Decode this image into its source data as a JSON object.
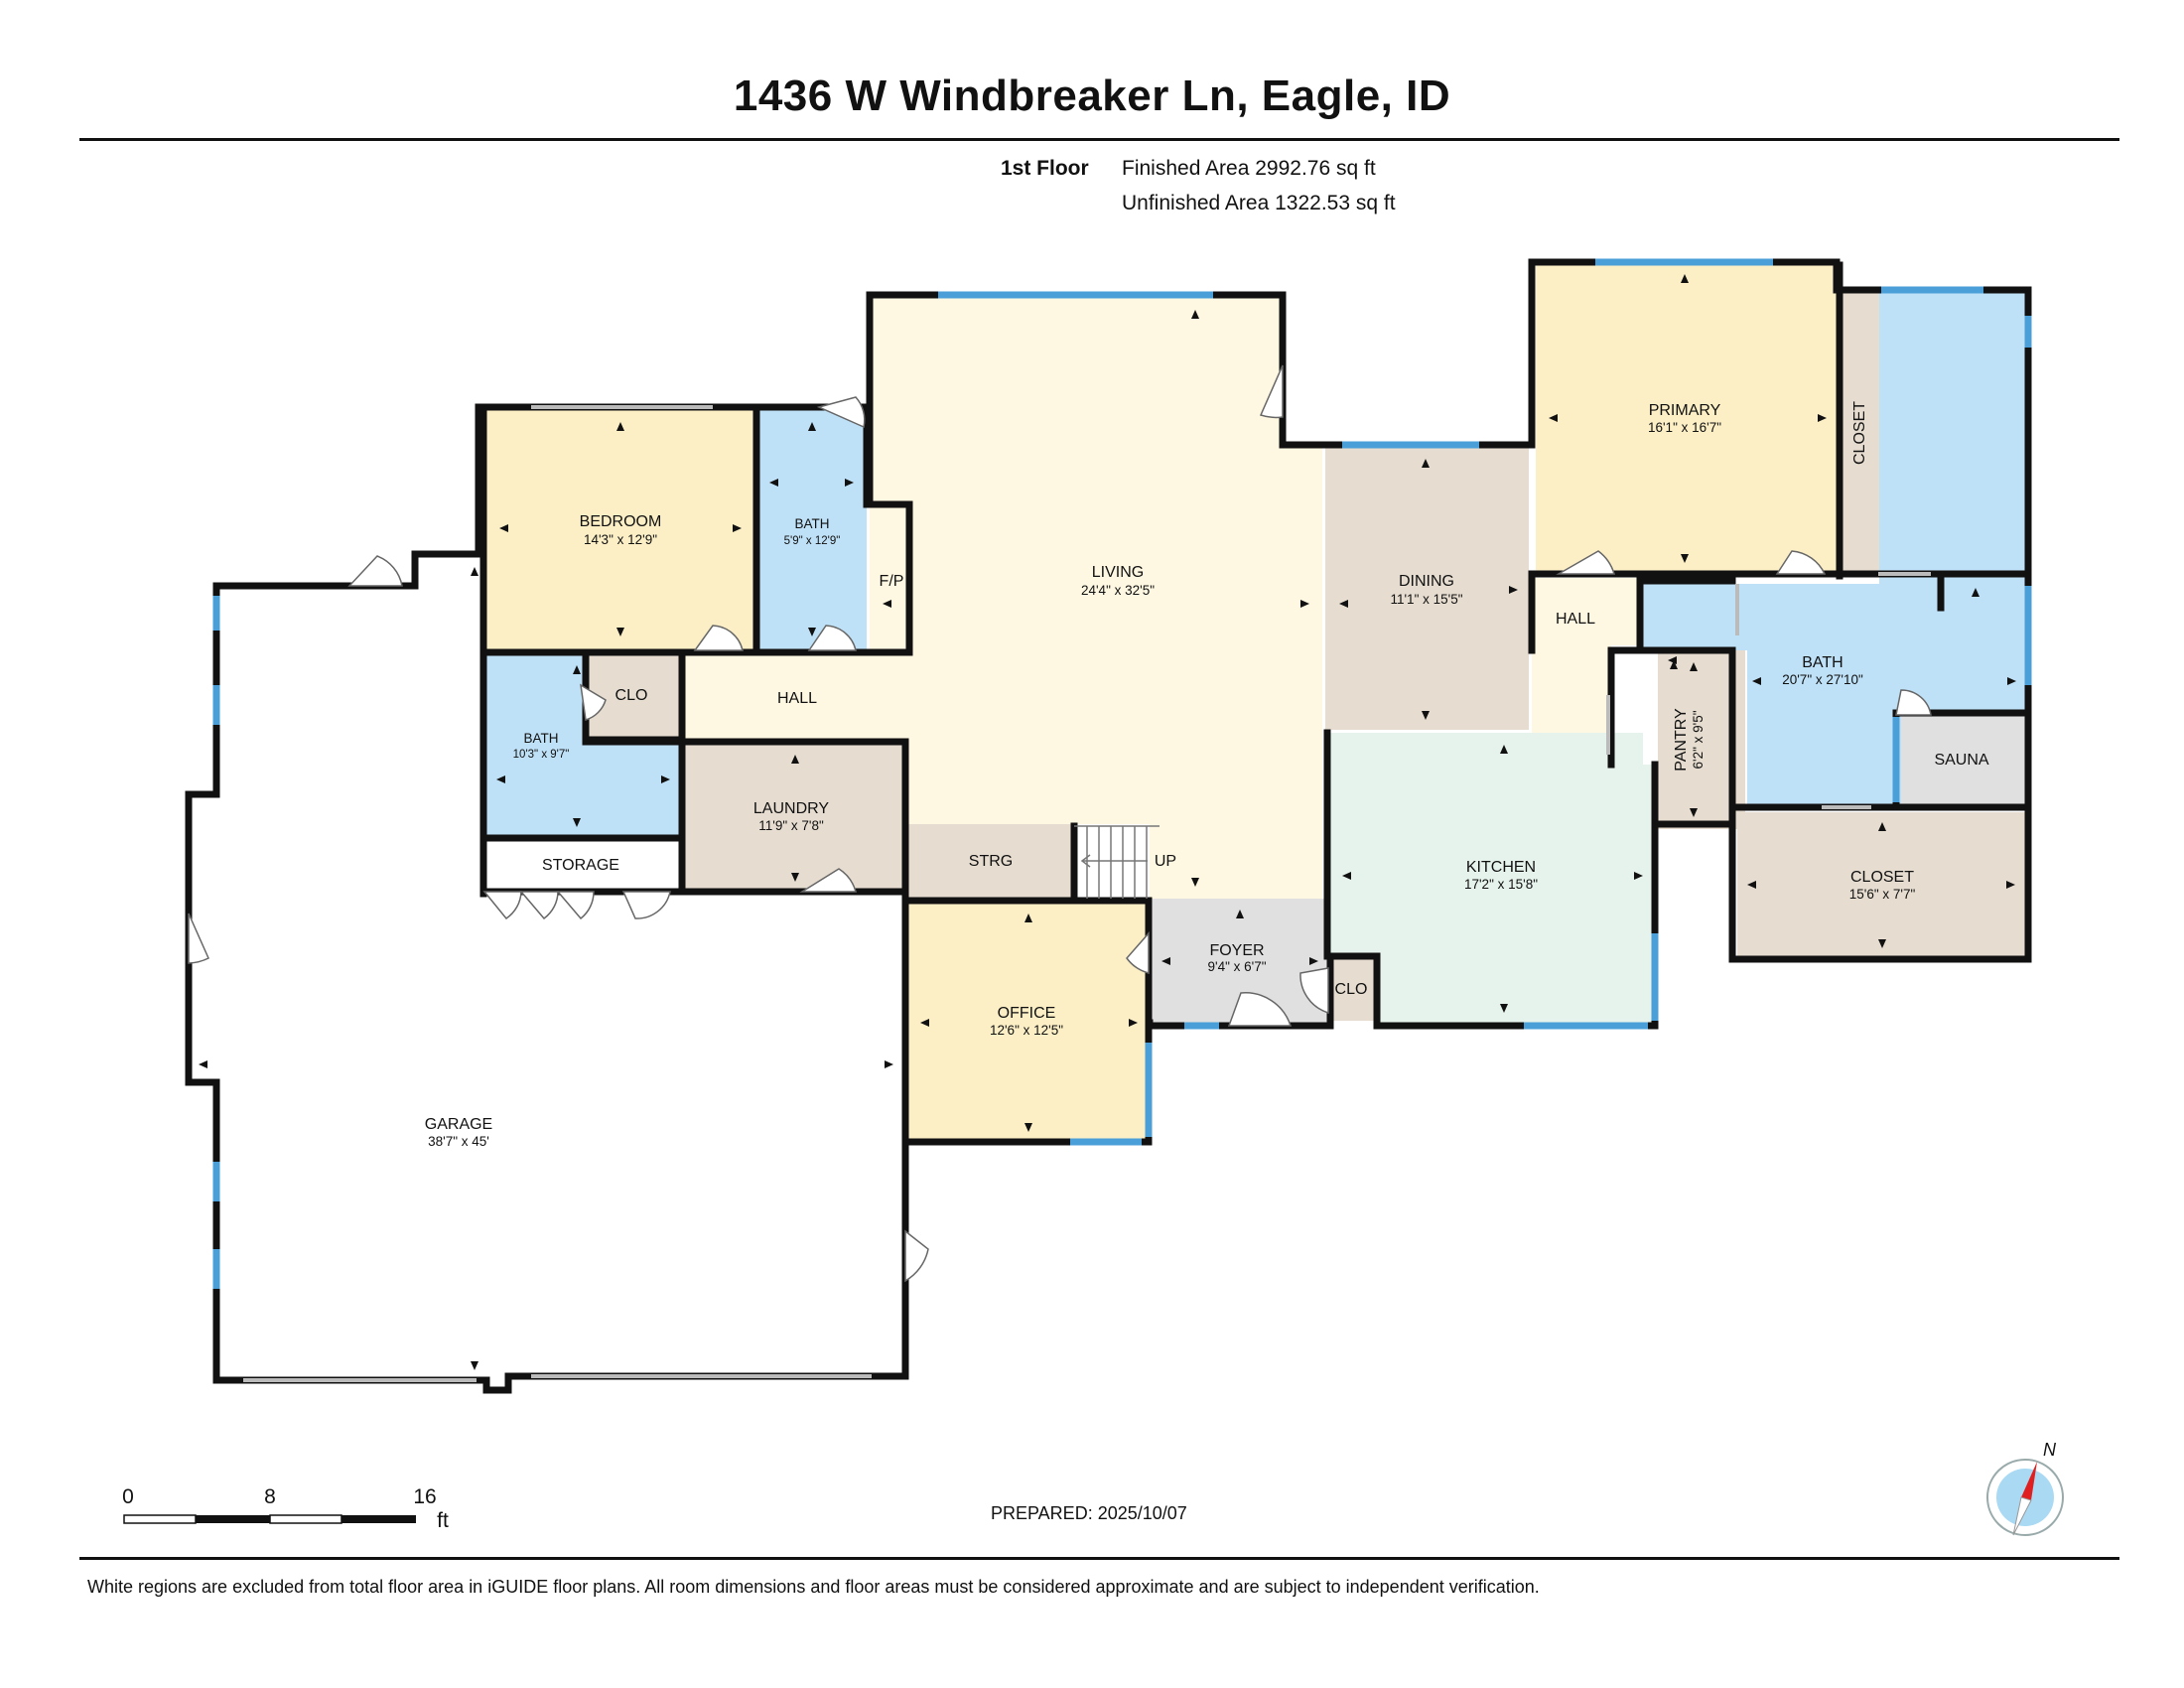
{
  "header": {
    "title": "1436 W Windbreaker Ln, Eagle, ID",
    "floor": "1st Floor",
    "finished_area": "Finished Area 2992.76 sq ft",
    "unfinished_area": "Unfinished Area 1322.53 sq ft"
  },
  "rooms": {
    "bedroom": {
      "name": "BEDROOM",
      "dims": "14'3\" x 12'9\""
    },
    "bath1": {
      "name": "BATH",
      "dims": "5'9\" x 12'9\""
    },
    "fp": {
      "name": "F/P"
    },
    "living": {
      "name": "LIVING",
      "dims": "24'4\" x 32'5\""
    },
    "dining": {
      "name": "DINING",
      "dims": "11'1\" x 15'5\""
    },
    "primary": {
      "name": "PRIMARY",
      "dims": "16'1\" x 16'7\""
    },
    "closet_vertical": {
      "name": "CLOSET"
    },
    "hall_right": {
      "name": "HALL"
    },
    "bath_primary": {
      "name": "BATH",
      "dims": "20'7\" x 27'10\""
    },
    "pantry": {
      "name": "PANTRY",
      "dims": "6'2\" x 9'5\""
    },
    "sauna": {
      "name": "SAUNA"
    },
    "closet_primary": {
      "name": "CLOSET",
      "dims": "15'6\" x 7'7\""
    },
    "hall_left": {
      "name": "HALL"
    },
    "clo_left": {
      "name": "CLO"
    },
    "bath2": {
      "name": "BATH",
      "dims": "10'3\" x 9'7\""
    },
    "storage": {
      "name": "STORAGE"
    },
    "laundry": {
      "name": "LAUNDRY",
      "dims": "11'9\" x 7'8\""
    },
    "strg": {
      "name": "STRG"
    },
    "stairs": {
      "name": "UP"
    },
    "kitchen": {
      "name": "KITCHEN",
      "dims": "17'2\" x 15'8\""
    },
    "foyer": {
      "name": "FOYER",
      "dims": "9'4\" x 6'7\""
    },
    "clo_foyer": {
      "name": "CLO"
    },
    "office": {
      "name": "OFFICE",
      "dims": "12'6\" x 12'5\""
    },
    "garage": {
      "name": "GARAGE",
      "dims": "38'7\" x 45'"
    }
  },
  "colors": {
    "wall": "#111111",
    "window": "#4a9fd8",
    "bedroom": "#fcefc6",
    "living": "#fef8e2",
    "bath": "#bfe1f7",
    "utility": "#e6ddd0",
    "kitchen": "#e6f3ec",
    "foyer": "#e0e0e0"
  },
  "scale": {
    "labels": [
      "0",
      "8",
      "16"
    ],
    "unit": "ft"
  },
  "compass": {
    "label": "N"
  },
  "prepared": "PREPARED: 2025/10/07",
  "disclaimer": "White regions are excluded from total floor area in iGUIDE floor plans. All room dimensions and floor areas must be considered approximate and are subject to independent verification."
}
